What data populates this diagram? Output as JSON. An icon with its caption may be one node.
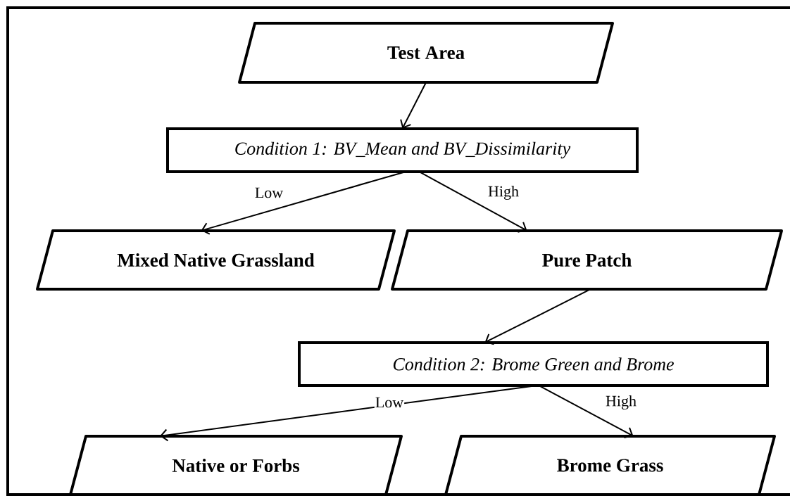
{
  "diagram": {
    "nodes": [
      {
        "text": [
          "Test Area"
        ]
      },
      {
        "text": [
          "Condition 1: BV_Mean and BV_Dissimilarity"
        ]
      },
      {
        "text": [
          "Mixed Native Grassland"
        ]
      },
      {
        "text": [
          "Pure Patch"
        ]
      },
      {
        "text": [
          "Condition 2: Brome Green and Brome"
        ]
      },
      {
        "text": [
          "Native or Forbs"
        ]
      },
      {
        "text": [
          "Brome Grass"
        ]
      }
    ],
    "edges": [
      {
        "from": 0,
        "to": 1,
        "arrow": "to"
      },
      {
        "from": 1,
        "to": 2,
        "arrow": "to",
        "label": "Low"
      },
      {
        "from": 1,
        "to": 3,
        "arrow": "to",
        "label": "High"
      },
      {
        "from": 3,
        "to": 4,
        "arrow": "to"
      },
      {
        "from": 4,
        "to": 5,
        "arrow": "to",
        "label": "Low"
      },
      {
        "from": 4,
        "to": 6,
        "arrow": "to",
        "label": "High"
      }
    ]
  }
}
